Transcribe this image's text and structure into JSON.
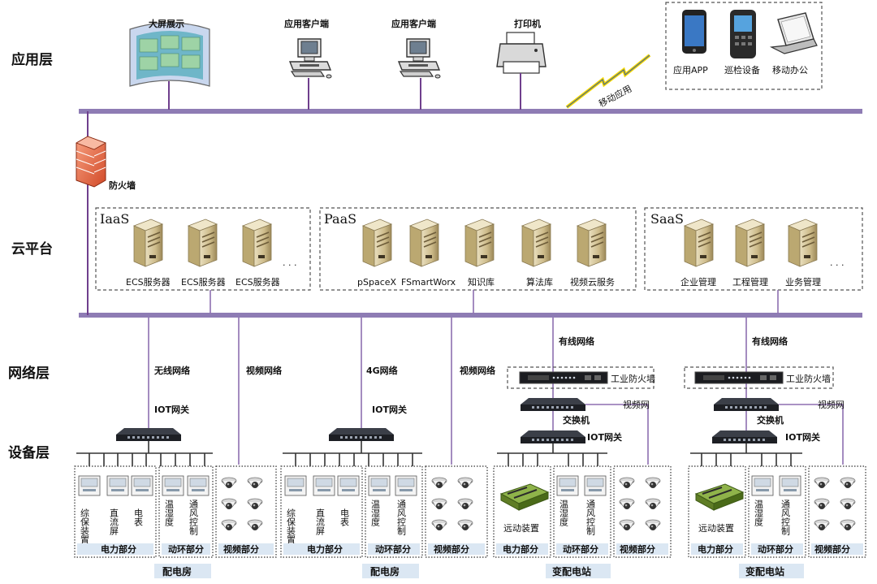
{
  "layers": {
    "application": "应用层",
    "cloud": "云平台",
    "network": "网络层",
    "device": "设备层"
  },
  "app": {
    "big_screen": "大屏展示",
    "client1": "应用客户端",
    "client2": "应用客户端",
    "printer": "打印机",
    "mobile_app": "应用APP",
    "patrol_device": "巡检设备",
    "mobile_office": "移动办公",
    "mobile_app_link": "移动应用"
  },
  "firewall": "防火墙",
  "cloud": {
    "iaas": {
      "title": "IaaS",
      "servers": [
        "ECS服务器",
        "ECS服务器",
        "ECS服务器"
      ],
      "more": ". . ."
    },
    "paas": {
      "title": "PaaS",
      "servers": [
        "pSpaceX",
        "FSmartWorx",
        "知识库",
        "算法库",
        "视频云服务"
      ]
    },
    "saas": {
      "title": "SaaS",
      "servers": [
        "企业管理",
        "工程管理",
        "业务管理"
      ],
      "more": ". . ."
    }
  },
  "network": {
    "wireless": "无线网络",
    "video1": "视频网络",
    "g4": "4G网络",
    "video2": "视频网络",
    "wired1": "有线网络",
    "wired2": "有线网络",
    "iot_gateway": "IOT网关",
    "industrial_firewall": "工业防火墙",
    "switch": "交换机",
    "video_net": "视频网"
  },
  "devices": {
    "relay": "综保装置",
    "dc": "直流屏",
    "meter": "电表",
    "temp": "温湿度",
    "vent": "通风控制",
    "remote": "远动装置",
    "power": "电力部分",
    "env": "动环部分",
    "video": "视频部分"
  },
  "sites": [
    "配电房",
    "配电房",
    "变配电站",
    "变配电站"
  ],
  "colors": {
    "bus": "#8e7cb4",
    "line": "#6f3f8d",
    "section_bg": "#dbe7f3",
    "site_bg": "#dbe7f3"
  }
}
